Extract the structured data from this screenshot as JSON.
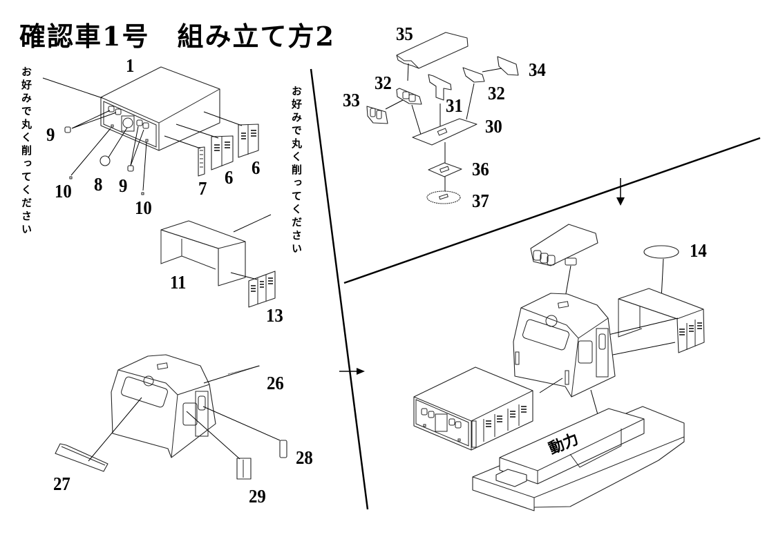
{
  "title": "確認車1号　組み立て方2",
  "notes": {
    "left_vertical": "お好みで丸く削ってください",
    "right_vertical": "お好みで丸く削ってください"
  },
  "part_labels": {
    "p1": "1",
    "p6a": "6",
    "p6b": "6",
    "p7": "7",
    "p8": "8",
    "p9a": "9",
    "p9b": "9",
    "p10a": "10",
    "p10b": "10",
    "p11": "11",
    "p13": "13",
    "p14": "14",
    "p26": "26",
    "p27": "27",
    "p28": "28",
    "p29": "29",
    "p30": "30",
    "p31": "31",
    "p32a": "32",
    "p32b": "32",
    "p33": "33",
    "p34": "34",
    "p35": "35",
    "p36": "36",
    "p37": "37"
  },
  "assembly": {
    "engine_cover_text": "動力",
    "arrow_right": "→",
    "arrow_down": "↓"
  },
  "sections": [
    {
      "name": "front-hood-assembly",
      "parts": [
        "1",
        "6",
        "7",
        "8",
        "9",
        "10"
      ]
    },
    {
      "name": "rear-hood-assembly",
      "parts": [
        "11",
        "13"
      ]
    },
    {
      "name": "cab-assembly",
      "parts": [
        "26",
        "27",
        "28",
        "29"
      ]
    },
    {
      "name": "roof-light-assembly",
      "parts": [
        "30",
        "31",
        "32",
        "33",
        "34",
        "35",
        "36",
        "37"
      ]
    },
    {
      "name": "final-assembly",
      "parts": [
        "14"
      ]
    }
  ]
}
